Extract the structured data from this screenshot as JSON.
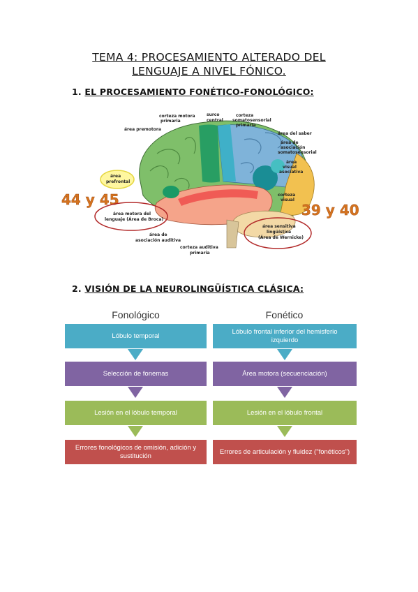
{
  "title": {
    "line1": "TEMA 4: PROCESAMIENTO ALTERADO DEL",
    "line2": "LENGUAJE A NIVEL FÓNICO."
  },
  "section1": {
    "number": "1.",
    "heading": "EL PROCESAMIENTO FONÉTICO-FONOLÓGICO:"
  },
  "brain": {
    "labels": {
      "corteza_motora": [
        "corteza motora",
        "primaria"
      ],
      "surco_central": [
        "surco",
        "central"
      ],
      "corteza_somato": [
        "corteza",
        "somatosensorial",
        "primaria"
      ],
      "area_premotora": "área premotora",
      "area_del_saber": "área del saber",
      "area_asociacion": [
        "área de",
        "asociación",
        "somatosensorial"
      ],
      "area_prefrontal": [
        "área",
        "prefrontal"
      ],
      "area_visual": [
        "área",
        "visual",
        "asociativa"
      ],
      "corteza_visual": [
        "corteza",
        "visual"
      ],
      "area_motora_lenguaje": [
        "área motora del",
        "lenguaje (Área de Broca)"
      ],
      "area_asociacion_auditiva": [
        "área de",
        "asociación auditiva"
      ],
      "corteza_auditiva": [
        "corteza auditiva",
        "primaria"
      ],
      "area_sensitiva": [
        "área sensitiva",
        "lingüística",
        "(Área de Wernicke)"
      ]
    },
    "big_left": "44 y 45",
    "big_right": "39 y 40"
  },
  "section2": {
    "number": "2.",
    "heading": "VISIÓN DE LA NEUROLINGÜÍSTICA CLÁSICA:"
  },
  "flow": {
    "col1_title": "Fonológico",
    "col2_title": "Fonético",
    "col1": [
      "Lóbulo temporal",
      "Selección de fonemas",
      "Lesión en el lóbulo temporal",
      "Errores fonológicos de omisión, adición y sustitución"
    ],
    "col2": [
      "Lóbulo frontal inferior del hemisferio izquierdo",
      "Área motora (secuenciación)",
      "Lesión en el lóbulo frontal",
      "Errores de articulación y fluidez (\"fonéticos\")"
    ]
  },
  "colors": {
    "blue": "#4bacc6",
    "purple": "#8064a2",
    "green": "#9bbb59",
    "red": "#c0504d",
    "highlight_orange": "#d4731f"
  }
}
